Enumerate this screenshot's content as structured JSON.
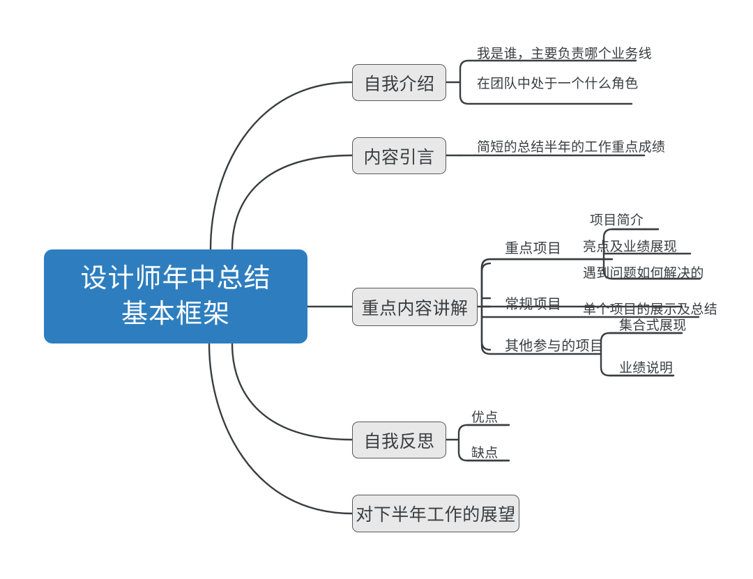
{
  "diagram": {
    "type": "mind-map",
    "background_color": "#FFFFFF",
    "root": {
      "label_line1": "设计师年中总结",
      "label_line2": "基本框架",
      "fill_color": "#2E7EBF",
      "text_color": "#FFFFFF"
    },
    "node_style": {
      "branch_fill": "#E8E8E8",
      "branch_border": "#55585B",
      "text_color": "#3A3D40",
      "edge_color": "#3A3D40"
    },
    "branches": [
      {
        "label": "自我介绍",
        "children": [
          {
            "label": "我是谁，主要负责哪个业务线"
          },
          {
            "label": "在团队中处于一个什么角色"
          }
        ]
      },
      {
        "label": "内容引言",
        "children": [
          {
            "label": "简短的总结半年的工作重点成绩"
          }
        ]
      },
      {
        "label": "重点内容讲解",
        "children": [
          {
            "label": "重点项目",
            "children": [
              {
                "label": "项目简介"
              },
              {
                "label": "亮点及业绩展现"
              },
              {
                "label": "遇到问题如何解决的"
              }
            ]
          },
          {
            "label": "常规项目",
            "children": [
              {
                "label": "单个项目的展示及总结"
              }
            ]
          },
          {
            "label": "其他参与的项目",
            "children": [
              {
                "label": "集合式展现"
              },
              {
                "label": "业绩说明"
              }
            ]
          }
        ]
      },
      {
        "label": "自我反思",
        "children": [
          {
            "label": "优点"
          },
          {
            "label": "缺点"
          }
        ]
      },
      {
        "label": "对下半年工作的展望",
        "children": []
      }
    ]
  }
}
